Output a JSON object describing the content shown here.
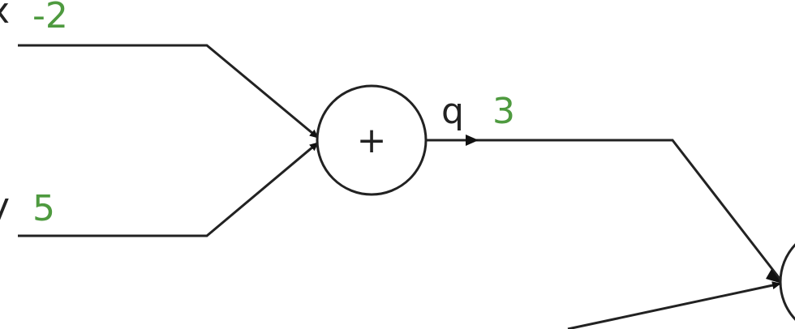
{
  "colors": {
    "wire": "#222222",
    "value_text": "#4e9a3f",
    "background": "#ffffff"
  },
  "inputs": {
    "x": {
      "name": "x",
      "value": "-2"
    },
    "y": {
      "name": "y",
      "value": "5"
    }
  },
  "add_node": {
    "operator": "+"
  },
  "output": {
    "name": "q",
    "value": "3"
  }
}
